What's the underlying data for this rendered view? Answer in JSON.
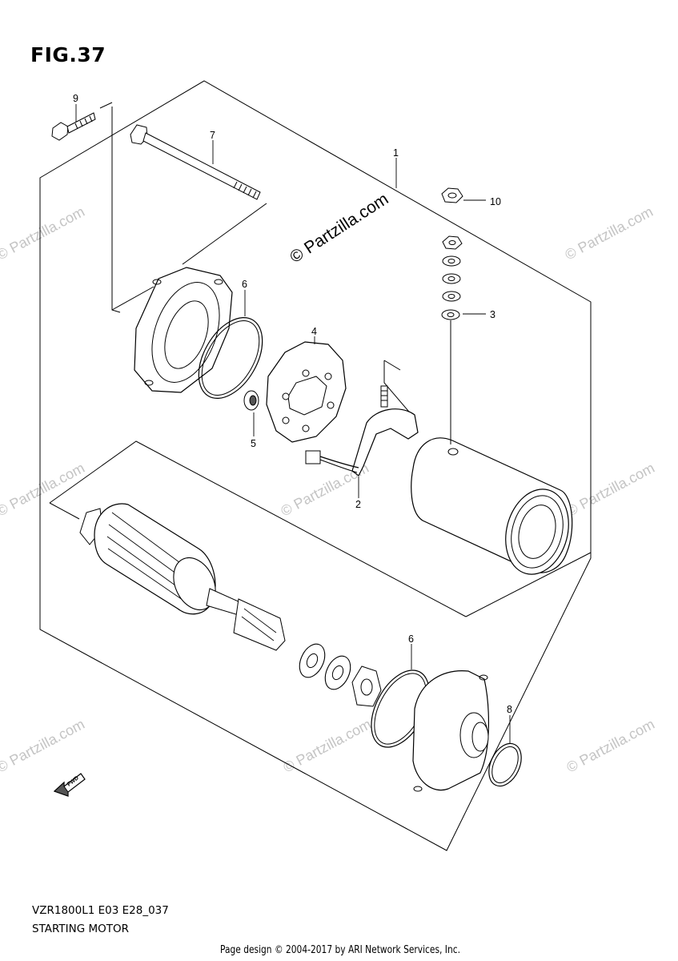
{
  "figure_title": "FIG.37",
  "model_code": "VZR1800L1 E03 E28_037",
  "caption": "STARTING MOTOR",
  "footer": "Page design © 2004-2017 by ARI Network Services, Inc.",
  "watermark": "© Partzilla.com",
  "copyright_stamp": "© Partzilla.com",
  "fwd_label": "FWD",
  "callouts": {
    "c1": "1",
    "c2": "2",
    "c3": "3",
    "c4": "4",
    "c5": "5",
    "c6a": "6",
    "c6b": "6",
    "c7": "7",
    "c8": "8",
    "c9": "9",
    "c10": "10"
  }
}
